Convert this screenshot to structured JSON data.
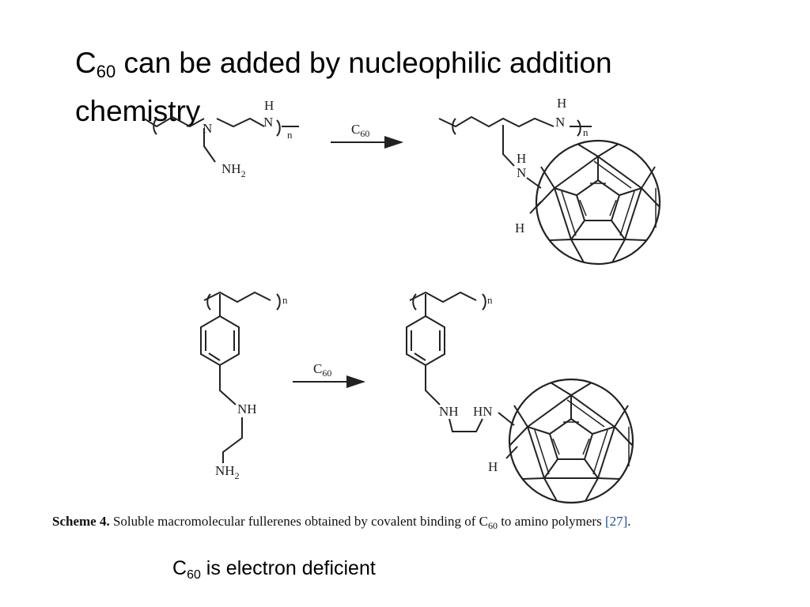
{
  "slide": {
    "title_prefix": "C",
    "title_sub": "60",
    "title_rest": " can be added by nucleophilic addition chemistry",
    "footer_prefix": "C",
    "footer_sub": "60",
    "footer_rest": " is electron deficient"
  },
  "scheme": {
    "caption_label": "Scheme 4.",
    "caption_text_1": " Soluble macromolecular fullerenes obtained by covalent binding of C",
    "caption_sub": "60",
    "caption_text_2": " to amino polymers ",
    "caption_ref": "[27]",
    "caption_end": ".",
    "reaction1": {
      "reagent_C": "C",
      "reagent_sub": "60",
      "reactant_H": "H",
      "reactant_N_backbone": "N",
      "reactant_N_chain": "N",
      "reactant_n": "n",
      "reactant_NH2": "NH",
      "reactant_NH2_sub": "2",
      "product_H_top": "H",
      "product_N_chain": "N",
      "product_n": "n",
      "product_H_amine": "H",
      "product_N_amine": "N",
      "product_H_fullerene": "H"
    },
    "reaction2": {
      "reagent_C": "C",
      "reagent_sub": "60",
      "reactant_n": "n",
      "reactant_NH": "NH",
      "reactant_NH2": "NH",
      "reactant_NH2_sub": "2",
      "product_n": "n",
      "product_NH": "NH",
      "product_HN": "HN",
      "product_H_fullerene": "H"
    }
  }
}
